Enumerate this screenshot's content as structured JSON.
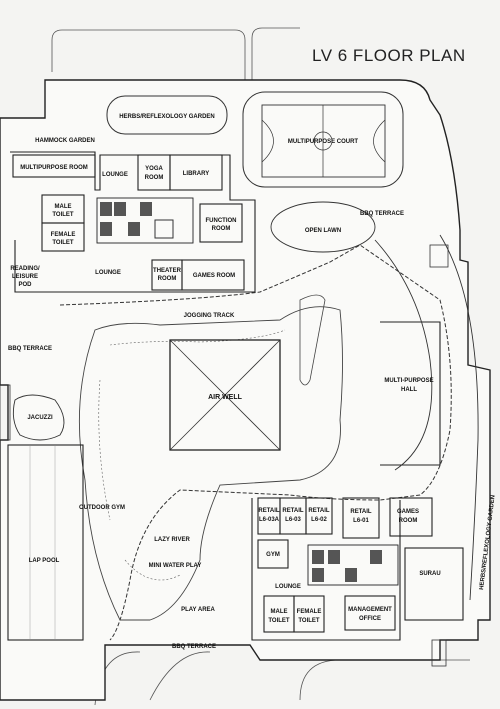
{
  "title": "LV 6 FLOOR PLAN",
  "labels": {
    "herbs_reflexology_garden_top": "HERBS/REFLEXOLOGY GARDEN",
    "multipurpose_court": "MULTIPURPOSE COURT",
    "hammock_garden": "HAMMOCK GARDEN",
    "multipurpose_room": "MULTIPURPOSE ROOM",
    "lounge_top": "LOUNGE",
    "yoga_room_1": "YOGA",
    "yoga_room_2": "ROOM",
    "library": "LIBRARY",
    "male_toilet_1": "MALE",
    "male_toilet_2": "TOILET",
    "female_toilet_1": "FEMALE",
    "female_toilet_2": "TOILET",
    "function_room_1": "FUNCTION",
    "function_room_2": "ROOM",
    "bbq_terrace_ne": "BBQ TERRACE",
    "open_lawn": "OPEN LAWN",
    "reading_pod_1": "READING/",
    "reading_pod_2": "LEISURE",
    "reading_pod_3": "POD",
    "lounge_mid": "LOUNGE",
    "theater_room_1": "THEATER",
    "theater_room_2": "ROOM",
    "games_room_mid": "GAMES ROOM",
    "jogging_track": "JOGGING TRACK",
    "bbq_terrace_w": "BBQ TERRACE",
    "multi_purpose_hall_1": "MULTI-PURPOSE",
    "multi_purpose_hall_2": "HALL",
    "air_well": "AIR WELL",
    "jacuzzi": "JACUZZI",
    "outdoor_gym": "OUTDOOR GYM",
    "retail_l6_03a_1": "RETAIL",
    "retail_l6_03a_2": "L6-03A",
    "retail_l6_03_1": "RETAIL",
    "retail_l6_03_2": "L6-03",
    "retail_l6_02_1": "RETAIL",
    "retail_l6_02_2": "L6-02",
    "retail_l6_01_1": "RETAIL",
    "retail_l6_01_2": "L6-01",
    "games_room_se_1": "GAMES",
    "games_room_se_2": "ROOM",
    "lazy_river": "LAZY RIVER",
    "gym": "GYM",
    "lap_pool": "LAP POOL",
    "mini_water_play": "MINI WATER PLAY",
    "herbs_reflexology_garden_side": "HERBS/REFLEXOLOGY GARDEN",
    "surau": "SURAU",
    "lounge_se": "LOUNGE",
    "play_area": "PLAY AREA",
    "male_toilet_se_1": "MALE",
    "male_toilet_se_2": "TOILET",
    "female_toilet_se_1": "FEMALE",
    "female_toilet_se_2": "TOILET",
    "management_office_1": "MANAGEMENT",
    "management_office_2": "OFFICE",
    "bbq_terrace_s": "BBQ TERRACE"
  }
}
